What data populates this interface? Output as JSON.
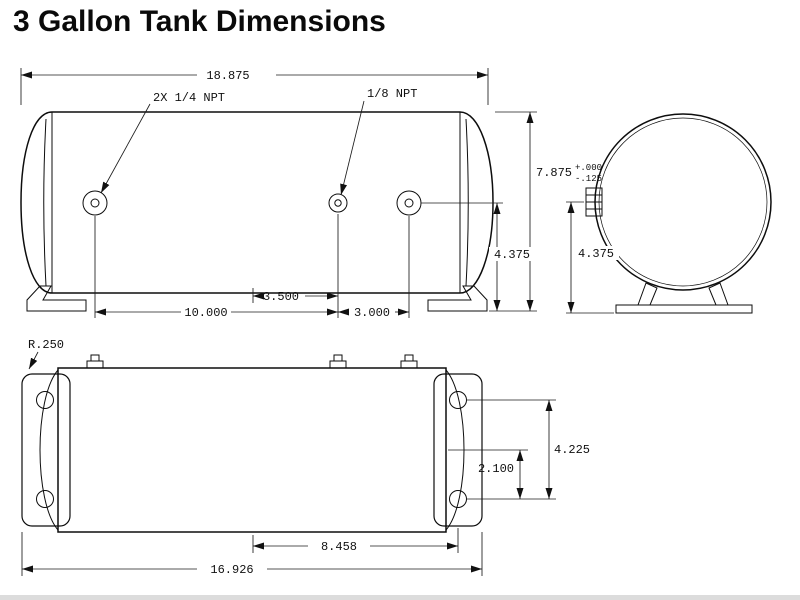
{
  "title": "3 Gallon Tank Dimensions",
  "drawing": {
    "side_view": {
      "overall_length": "18.875",
      "port_callout_quarter": "2X 1/4 NPT",
      "port_callout_eighth": "1/8 NPT",
      "overall_height": "7.875",
      "height_tol_upper": "+.000",
      "height_tol_lower": "-.125",
      "port_centerline_height": "4.375",
      "port_spacing_a": "3.500",
      "port_spacing_b": "10.000",
      "port_spacing_c": "3.000"
    },
    "end_view": {
      "port_centerline_height": "4.375"
    },
    "plan_view": {
      "corner_radius": "R.250",
      "hole_spacing_vertical": "4.225",
      "hole_offset_center": "2.100",
      "bracket_hole_span": "8.458",
      "mounting_length": "16.926"
    }
  }
}
